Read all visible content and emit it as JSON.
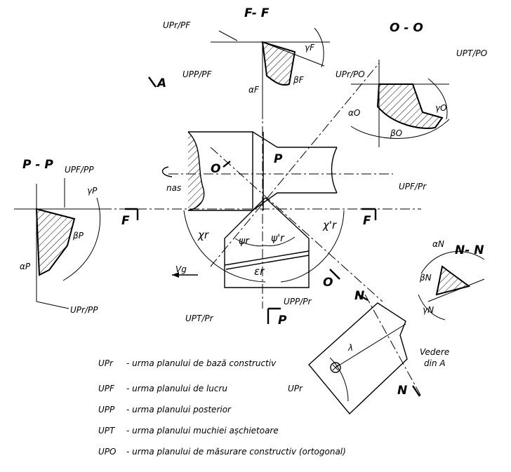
{
  "sections": {
    "ff": "F- F",
    "oo": "O - O",
    "pp": "P - P",
    "nn": "N- N",
    "view_a": "A"
  },
  "traces": {
    "ur_pf": "UPr/PF",
    "up_pf": "UPP/PF",
    "ur_po": "UPr/PO",
    "ut_po": "UPT/PO",
    "uf_pp": "UPF/PP",
    "ur_pp": "UPr/PP",
    "uf_pr": "UPF/Pr",
    "ut_pr": "UPT/Pr",
    "up_pr": "UPP/Pr",
    "ur": "UPr"
  },
  "angles": {
    "gamma_f": "γF",
    "beta_f": "βF",
    "alpha_f": "αF",
    "gamma_o": "γO",
    "beta_o": "βO",
    "alpha_o": "αO",
    "gamma_p": "γP",
    "beta_p": "βP",
    "alpha_p": "αP",
    "chi_r": "χr",
    "chi_r_prime": "χ'r",
    "psi_r": "ψr",
    "psi_r_prime": "ψ'r",
    "eps_r": "εr",
    "alpha_n": "αN",
    "beta_n": "βN",
    "gamma_n": "γN",
    "lambda": "λ"
  },
  "markers": {
    "o": "O",
    "p": "P",
    "f": "F",
    "n": "N",
    "rotation": "nas",
    "feed": "Vg"
  },
  "view_from_a": [
    "Vedere",
    "din A"
  ],
  "legend": [
    {
      "sym": "UPr",
      "text": "- urma planului de bază constructiv"
    },
    {
      "sym": "UPF",
      "text": "- urma planului de lucru"
    },
    {
      "sym": "UPP",
      "text": "- urma planului posterior"
    },
    {
      "sym": "UPT",
      "text": "- urma planului muchiei așchietoare"
    },
    {
      "sym": "UPO",
      "text": "- urma planului de măsurare constructiv (ortogonal)"
    }
  ]
}
